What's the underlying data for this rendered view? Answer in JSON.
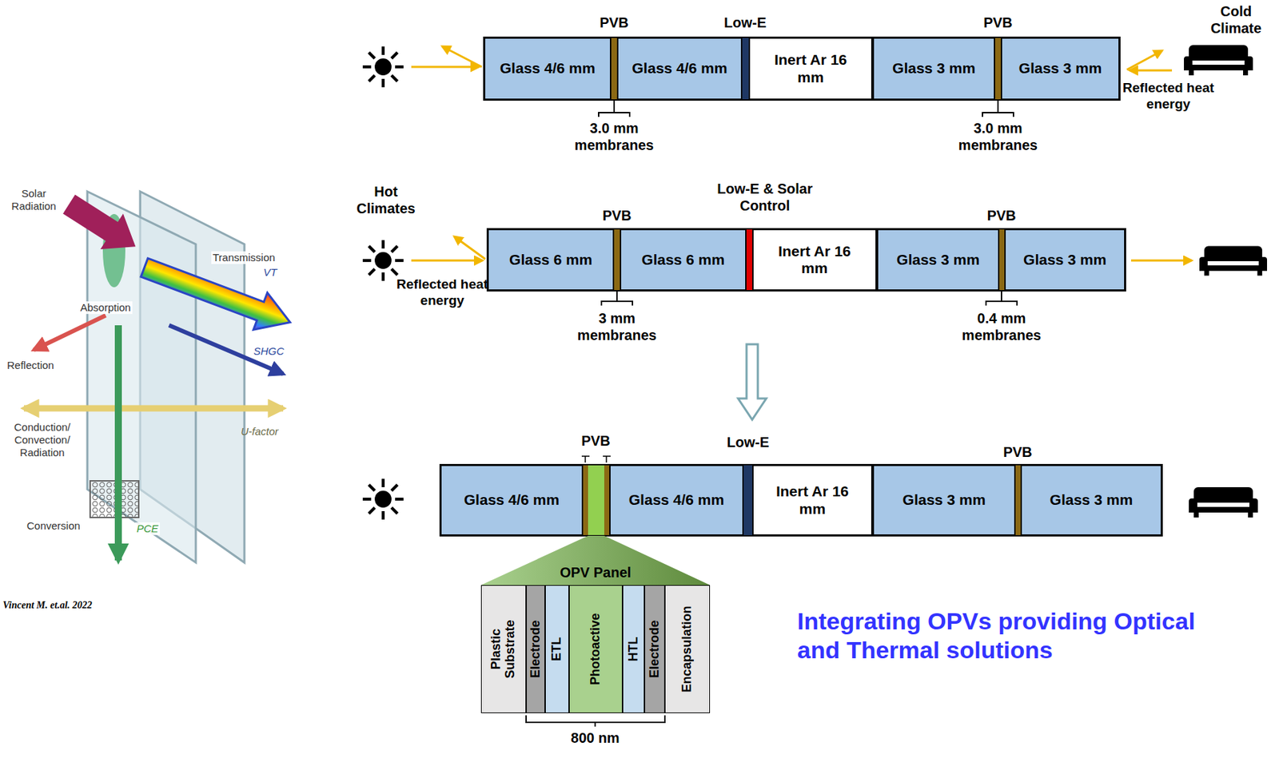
{
  "diagram": {
    "nodes": [
      {
        "text": [
          "Glass 4/6 mm"
        ]
      },
      {
        "text": [
          "Glass 4/6 mm"
        ]
      },
      {
        "text": [
          "Inert Ar 16 mm"
        ]
      },
      {
        "text": [
          "Glass 3 mm"
        ]
      },
      {
        "text": [
          "Glass 3 mm"
        ]
      },
      {
        "text": [
          "Glass 6 mm"
        ]
      },
      {
        "text": [
          "Glass 6 mm"
        ]
      },
      {
        "text": [
          "Inert Ar 16 mm"
        ]
      },
      {
        "text": [
          "Glass 3 mm"
        ]
      },
      {
        "text": [
          "Glass 3 mm"
        ]
      },
      {
        "text": [
          "Glass 4/6 mm"
        ]
      },
      {
        "text": [
          "Glass 4/6 mm"
        ]
      },
      {
        "text": [
          "Inert Ar 16 mm"
        ]
      },
      {
        "text": [
          "Glass 3 mm"
        ]
      },
      {
        "text": [
          "Glass 3 mm"
        ]
      },
      {
        "text": [
          "OPV Panel"
        ]
      },
      {
        "text": [
          "Plastic Substrate"
        ],
        "in": 15
      },
      {
        "text": [
          "Electrode"
        ],
        "in": 15
      },
      {
        "text": [
          "ETL"
        ],
        "in": 15
      },
      {
        "text": [
          "Photoactive"
        ],
        "in": 15
      },
      {
        "text": [
          "HTL"
        ],
        "in": 15
      },
      {
        "text": [
          "Electrode"
        ],
        "in": 15
      },
      {
        "text": [
          "Encapsulation"
        ],
        "in": 15
      }
    ],
    "labels": [
      "Solar Radiation",
      "Transmission",
      "VT",
      "Absorption",
      "Reflection",
      "SHGC",
      "Conduction/ Convection/ Radiation",
      "U-factor",
      "Conversion",
      "PCE",
      "Vincent M. et.al. 2022",
      "PVB",
      "Low-E",
      "PVB",
      "Cold Climate",
      "Reflected heat energy",
      "3.0 mm membranes",
      "3.0 mm membranes",
      "Hot Climates",
      "PVB",
      "Low-E & Solar Control",
      "PVB",
      "Reflected heat energy",
      "3 mm membranes",
      "0.4 mm membranes",
      "PVB",
      "Low-E",
      "PVB",
      "800 nm",
      "Integrating OPVs providing Optical and Thermal solutions"
    ]
  }
}
